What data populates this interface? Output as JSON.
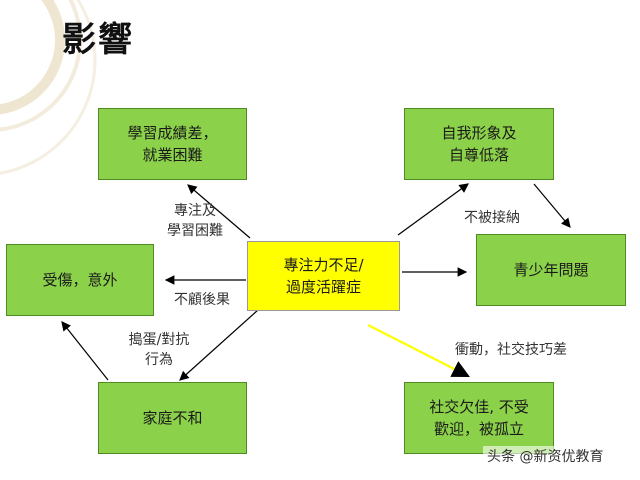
{
  "title": "影響",
  "center": {
    "label": "專注力不足/\n過度活躍症"
  },
  "nodes": {
    "academic": "學習成績差，\n就業困難",
    "injury": "受傷，意外",
    "family": "家庭不和",
    "self_image": "自我形象及\n自尊低落",
    "youth": "青少年問題",
    "social": "社交欠佳, 不受\n歡迎，被孤立"
  },
  "edge_labels": {
    "attention": "專注及\n學習困難",
    "consequence": "不顧後果",
    "defiance": "搗蛋/對抗\n行為",
    "rejection": "不被接納",
    "impulsive": "衝動，社交技巧差"
  },
  "watermark": "头条 @新资优教育",
  "colors": {
    "node_fill": "#8cd14a",
    "center_fill": "#ffff00",
    "arrow": "#000000"
  }
}
